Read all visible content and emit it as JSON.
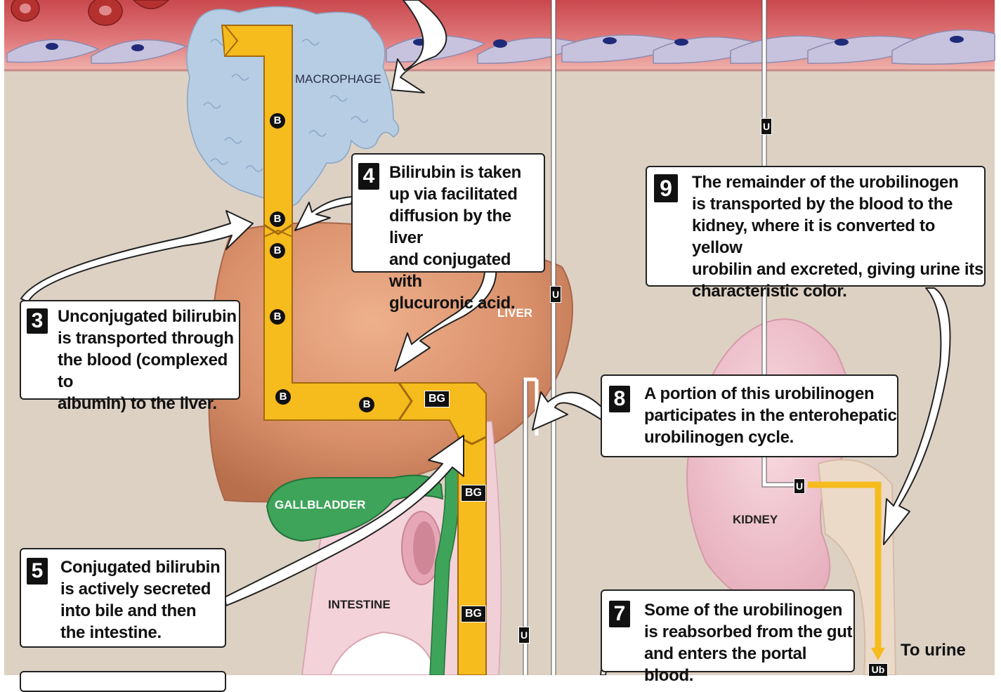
{
  "colors": {
    "background": "#ddd1c4",
    "blood_vessel": "#d97f7c",
    "bilirubin_path": "#f6bb1c",
    "liver": "#d9906b",
    "gallbladder": "#3ea45a",
    "intestine": "#f3d2da",
    "kidney": "#efc4cf",
    "macrophage": "#b6cde4",
    "callout_number": "#111111"
  },
  "labels": {
    "macrophage": "MACROPHAGE",
    "liver": "LIVER",
    "gallbladder": "GALLBLADDER",
    "intestine": "INTESTINE",
    "kidney": "KIDNEY",
    "to_urine": "To urine"
  },
  "badges": {
    "b": "B",
    "bg": "BG",
    "u": "U",
    "ub": "Ub"
  },
  "callouts": {
    "step3": {
      "number": "3",
      "text": "Unconjugated bilirubin\nis transported through\nthe blood (complexed to\nalbumin) to the liver."
    },
    "step4": {
      "number": "4",
      "text": "Bilirubin is taken\nup via facilitated\ndiffusion by the liver\nand conjugated with\nglucuronic acid."
    },
    "step5": {
      "number": "5",
      "text": "Conjugated bilirubin\nis actively secreted\ninto bile and then\nthe intestine."
    },
    "step7": {
      "number": "7",
      "text": "Some of the urobilinogen\nis reabsorbed from the gut\nand enters the portal blood."
    },
    "step8": {
      "number": "8",
      "text": "A portion of this urobilinogen\nparticipates in the enterohepatic\nurobilinogen cycle."
    },
    "step9": {
      "number": "9",
      "text": "The remainder of the urobilinogen\nis transported by the blood to the\nkidney, where it is converted to yellow\nurobilin and excreted, giving urine its\ncharacteristic color."
    }
  },
  "icons": [
    "red-blood-cell-icon",
    "endothelial-cell-icon",
    "macrophage-icon",
    "liver-icon",
    "gallbladder-icon",
    "intestine-icon",
    "kidney-icon",
    "arrow-icon"
  ]
}
